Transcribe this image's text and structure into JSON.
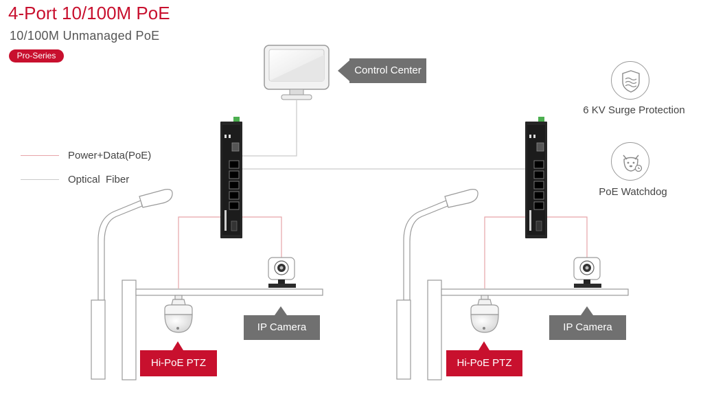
{
  "header": {
    "title": "4-Port 10/100M PoE",
    "subtitle": "10/100M Unmanaged PoE",
    "badge": "Pro-Series"
  },
  "legend": {
    "poe_label": "Power+Data(PoE)",
    "fiber_label": "Optical  Fiber"
  },
  "labels": {
    "control_center": "Control Center",
    "ip_camera_left": "IP Camera",
    "ip_camera_right": "IP Camera",
    "ptz_left": "Hi-PoE PTZ",
    "ptz_right": "Hi-PoE PTZ"
  },
  "features": [
    {
      "label": "6 KV Surge Protection",
      "icon": "surge-protection-icon"
    },
    {
      "label": "PoE Watchdog",
      "icon": "watchdog-icon"
    }
  ],
  "colors": {
    "brand_red": "#c8102e",
    "callout_gray": "#707070",
    "poe_line": "#e7a3a8",
    "fiber_line": "#c9c9c9"
  }
}
